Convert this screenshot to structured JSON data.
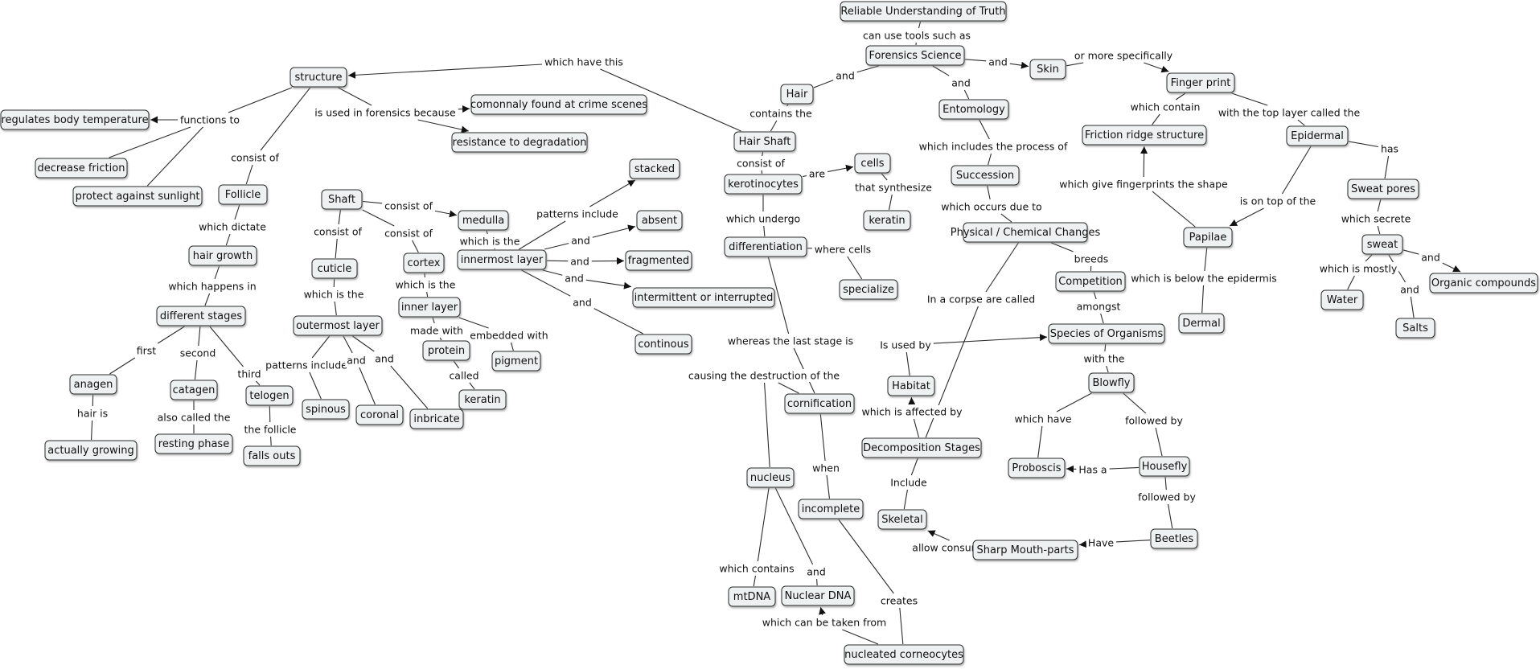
{
  "nodes": {
    "n_reliable": "Reliable Understanding of Truth",
    "n_forensics": "Forensics Science",
    "n_hair": "Hair",
    "n_skin": "Skin",
    "n_fingerprint": "Finger print",
    "n_entomology": "Entomology",
    "n_structure": "structure",
    "n_hairshaft": "Hair Shaft",
    "n_friction": "Friction ridge structure",
    "n_epidermal": "Epidermal",
    "n_regulates": "regulates body temperature",
    "n_crime": "comonnaly found at crime scenes",
    "n_resistance": "resistance to degradation",
    "n_cells": "cells",
    "n_kerotinocytes": "kerotinocytes",
    "n_succession": "Succession",
    "n_sweatpores": "Sweat pores",
    "n_decrease": "decrease friction",
    "n_protect": "protect against sunlight",
    "n_follicle": "Follicle",
    "n_stacked": "stacked",
    "n_shaft": "Shaft",
    "n_medulla": "medulla",
    "n_absent": "absent",
    "n_keratin_top": "keratin",
    "n_physchem": "Physical / Chemical Changes",
    "n_papilae": "Papilae",
    "n_sweat": "sweat",
    "n_differentiation": "differentiation",
    "n_hairgrowth": "hair growth",
    "n_innermost": "innermost layer",
    "n_cortex": "cortex",
    "n_cuticle": "cuticle",
    "n_fragmented": "fragmented",
    "n_competition": "Competition",
    "n_organic": "Organic compounds",
    "n_specialize": "specialize",
    "n_intermittent": "intermittent or interrupted",
    "n_water": "Water",
    "n_inner": "inner layer",
    "n_different": "different stages",
    "n_dermal": "Dermal",
    "n_outermost": "outermost layer",
    "n_salts": "Salts",
    "n_species": "Species of Organisms",
    "n_continous": "continous",
    "n_protein": "protein",
    "n_pigment": "pigment",
    "n_blowfly": "Blowfly",
    "n_anagen": "anagen",
    "n_habitat": "Habitat",
    "n_catagen": "catagen",
    "n_telogen": "telogen",
    "n_keratin_bottom": "keratin",
    "n_cornification": "cornification",
    "n_spinous": "spinous",
    "n_coronal": "coronal",
    "n_inbricate": "inbricate",
    "n_resting": "resting phase",
    "n_decomp": "Decomposition Stages",
    "n_growing": "actually growing",
    "n_fallsout": "falls outs",
    "n_proboscis": "Proboscis",
    "n_housefly": "Housefly",
    "n_nucleus": "nucleus",
    "n_incomplete": "incomplete",
    "n_skeletal": "Skeletal",
    "n_beetles": "Beetles",
    "n_sharp": "Sharp Mouth-parts",
    "n_mtdna": "mtDNA",
    "n_nucleardna": "Nuclear DNA",
    "n_nucleated": "nucleated corneocytes"
  },
  "labels": {
    "l_cantools": "can use tools such as",
    "l_whichhave": "which have this",
    "l_and_hair": "and",
    "l_and_skin": "and",
    "l_and_ento": "and",
    "l_ormore": "or more specifically",
    "l_functions": "functions to",
    "l_usedforensics": "is used in forensics because",
    "l_containsthe": "contains the",
    "l_whichcontain": "which contain",
    "l_toplayer": "with the top layer called the",
    "l_consistof_struct": "consist of",
    "l_consistof_hs": "consist of",
    "l_are": "are",
    "l_includesprocess": "which includes the process of",
    "l_has": "has",
    "l_synthesize": "that synthesize",
    "l_givefinger": "which give fingerprints the shape",
    "l_patterns_med": "patterns include",
    "l_consistof_sh1": "consist of",
    "l_occursdue": "which occurs due to",
    "l_ontop": "is on top of the",
    "l_secrete": "which secrete",
    "l_dictate": "which dictate",
    "l_undergo": "which undergo",
    "l_consistof_sh2": "consist of",
    "l_consistof_sh3": "consist of",
    "l_whichisthe_inner": "which is the",
    "l_and_absent": "and",
    "l_wherecells": "where cells",
    "l_breeds": "breeds",
    "l_and_organic": "and",
    "l_and_frag": "and",
    "l_whichismostly": "which is mostly",
    "l_happensin": "which happens in",
    "l_whichisthe_cortex": "which is the",
    "l_and_inter": "and",
    "l_belowepi": "which is below the epidermis",
    "l_inacorpse": "In a corpse are called",
    "l_whichisthe_cuticle": "which is the",
    "l_and_salts": "and",
    "l_amongst": "amongst",
    "l_madewith": "made with",
    "l_embedded": "embedded with",
    "l_and_cont": "and",
    "l_lastgate": "whereas the last stage is",
    "l_usedby": "Is used by",
    "l_first": "first",
    "l_second": "second",
    "l_patterns_out": "patterns include",
    "l_and_coronal": "and",
    "l_and_inbricate": "and",
    "l_withthe": "with the",
    "l_third": "third",
    "l_called": "called",
    "l_causing": "causing the destruction of the",
    "l_affected": "which is affected by",
    "l_hairis": "hair is",
    "l_alsocalled": "also called the",
    "l_thefollicle": "the follicle",
    "l_whichhave_prob": "which have",
    "l_followedby1": "followed by",
    "l_hasa": "Has a",
    "l_when": "when",
    "l_include": "Include",
    "l_followedby2": "followed by",
    "l_have": "Have",
    "l_allowcons": "allow consumption of",
    "l_whichcontains": "which contains",
    "l_and_nuc": "and",
    "l_creates": "creates",
    "l_takenfrom": "which can be taken from"
  },
  "colors": {
    "node_fill": "#eef1f1",
    "node_border": "#2b2b2b",
    "line": "#2b2b2b",
    "background": "#ffffff"
  }
}
